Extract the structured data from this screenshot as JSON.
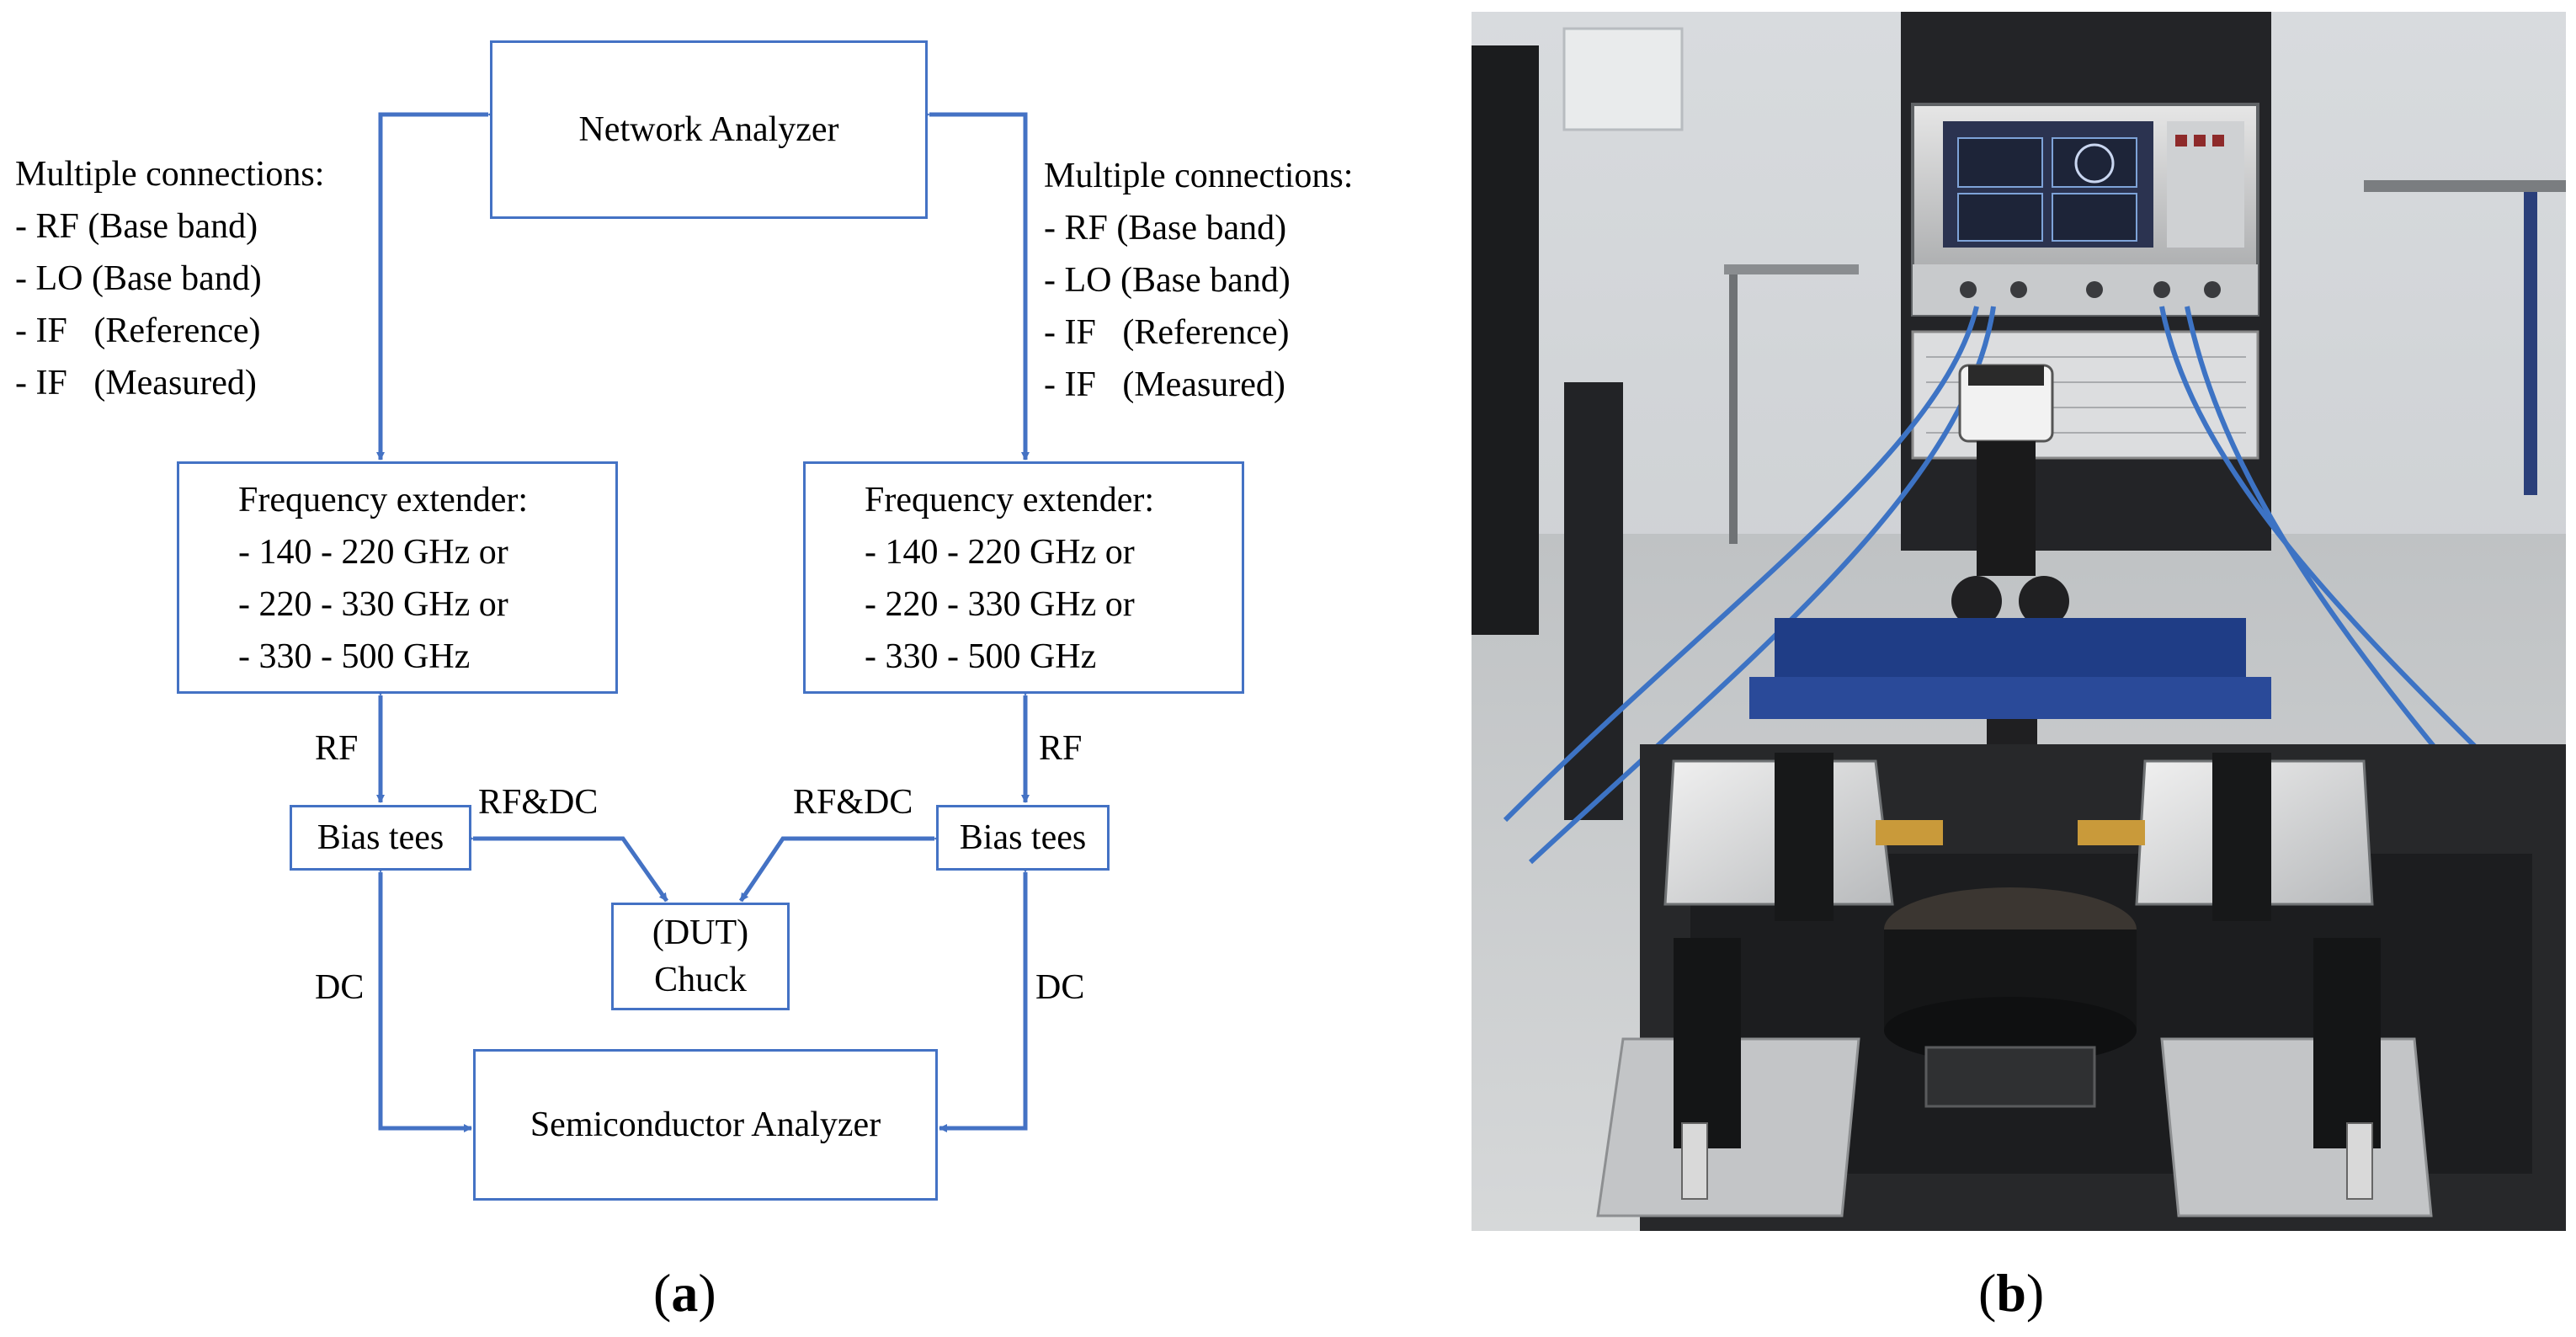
{
  "diagram": {
    "network_analyzer": "Network Analyzer",
    "semiconductor_analyzer": "Semiconductor Analyzer",
    "left_note": [
      "Multiple connections:",
      "- RF (Base band)",
      "- LO (Base band)",
      "- IF   (Reference)",
      "- IF   (Measured)"
    ],
    "right_note": [
      "Multiple connections:",
      "- RF (Base band)",
      "- LO (Base band)",
      "- IF   (Reference)",
      "- IF   (Measured)"
    ],
    "left_extender": [
      "Frequency extender:",
      "- 140 - 220 GHz or",
      "- 220 - 330 GHz or",
      "- 330 - 500 GHz"
    ],
    "right_extender": [
      "Frequency extender:",
      "- 140 - 220 GHz or",
      "- 220 - 330 GHz or",
      "- 330 - 500 GHz"
    ],
    "left_bias_tees": "Bias tees",
    "right_bias_tees": "Bias tees",
    "chuck_line1": "(DUT)",
    "chuck_line2": "Chuck",
    "left_rf_label": "RF",
    "right_rf_label": "RF",
    "left_rfdc_label": "RF&DC",
    "right_rfdc_label": "RF&DC",
    "left_dc_label": "DC",
    "right_dc_label": "DC",
    "line_color": "#4472c4"
  },
  "captions": {
    "a": "a",
    "b": "b"
  }
}
